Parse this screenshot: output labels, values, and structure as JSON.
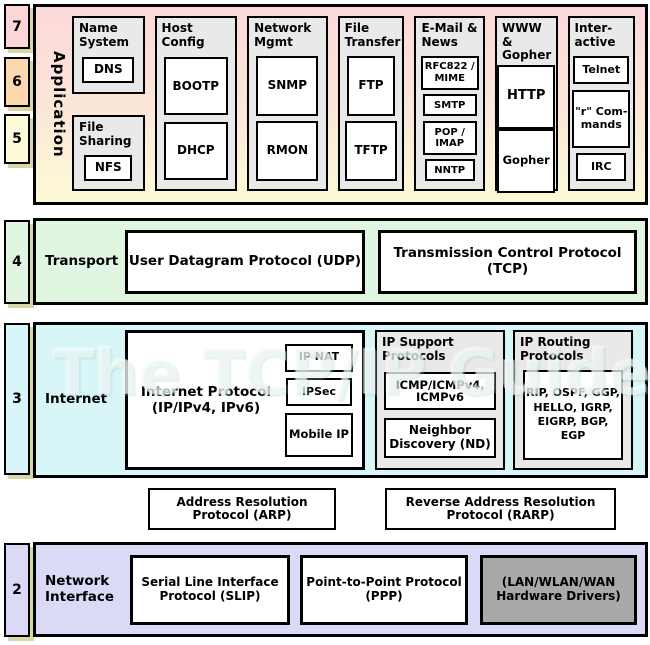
{
  "watermark": "The TCP/IP Guide",
  "colors": {
    "layer7_badge": "#fcd5d9",
    "layer6_badge": "#fbd8ad",
    "layer5_badge": "#fdfbd7",
    "layer4_badge": "#e1f6e1",
    "layer3_badge": "#d8f6f8",
    "layer2_badge": "#dadaf6",
    "application_gradient_top": "#fcd8da",
    "application_gradient_bottom": "#fcfad6",
    "transport_band": "#e1f6e1",
    "internet_band": "#d8f6f8",
    "network_band": "#dadaf6",
    "group_fill": "#e9e9e9",
    "hardware_fill": "#a9a9a9",
    "badge_shadow": "#d6d6a6"
  },
  "layer_numbers": {
    "l7": "7",
    "l6": "6",
    "l5": "5",
    "l4": "4",
    "l3": "3",
    "l2": "2"
  },
  "application": {
    "label": "Application",
    "name_system": {
      "title": "Name System",
      "dns": "DNS"
    },
    "file_sharing": {
      "title": "File Sharing",
      "nfs": "NFS"
    },
    "host_config": {
      "title": "Host Config",
      "bootp": "BOOTP",
      "dhcp": "DHCP"
    },
    "network_mgmt": {
      "title": "Network Mgmt",
      "snmp": "SNMP",
      "rmon": "RMON"
    },
    "file_transfer": {
      "title": "File Transfer",
      "ftp": "FTP",
      "tftp": "TFTP"
    },
    "email_news": {
      "title": "E-Mail & News",
      "rfc822": "RFC822 / MIME",
      "smtp": "SMTP",
      "pop_imap": "POP / IMAP",
      "nntp": "NNTP"
    },
    "www_gopher": {
      "title": "WWW & Gopher",
      "http": "HTTP",
      "gopher": "Gopher"
    },
    "interactive": {
      "title": "Inter-active",
      "telnet": "Telnet",
      "r_commands": "\"r\" Com-mands",
      "irc": "IRC"
    }
  },
  "transport": {
    "label": "Transport",
    "udp": "User Datagram Protocol (UDP)",
    "tcp": "Transmission Control Protocol (TCP)"
  },
  "internet": {
    "label": "Internet",
    "ip": {
      "title": "Internet Protocol (IP/IPv4, IPv6)",
      "ip_nat": "IP NAT",
      "ipsec": "IPSec",
      "mobile_ip": "Mobile IP"
    },
    "ip_support": {
      "title": "IP Support Protocols",
      "icmp": "ICMP/ICMPv4, ICMPv6",
      "nd": "Neighbor Discovery (ND)"
    },
    "ip_routing": {
      "title": "IP Routing Protocols",
      "list": "RIP, OSPF, GGP, HELLO, IGRP, EIGRP, BGP, EGP"
    }
  },
  "arp_row": {
    "arp": "Address Resolution Protocol (ARP)",
    "rarp": "Reverse Address Resolution Protocol (RARP)"
  },
  "network_interface": {
    "label": "Network Interface",
    "slip": "Serial Line Interface Protocol (SLIP)",
    "ppp": "Point-to-Point Protocol (PPP)",
    "hardware": "(LAN/WLAN/WAN Hardware Drivers)"
  }
}
